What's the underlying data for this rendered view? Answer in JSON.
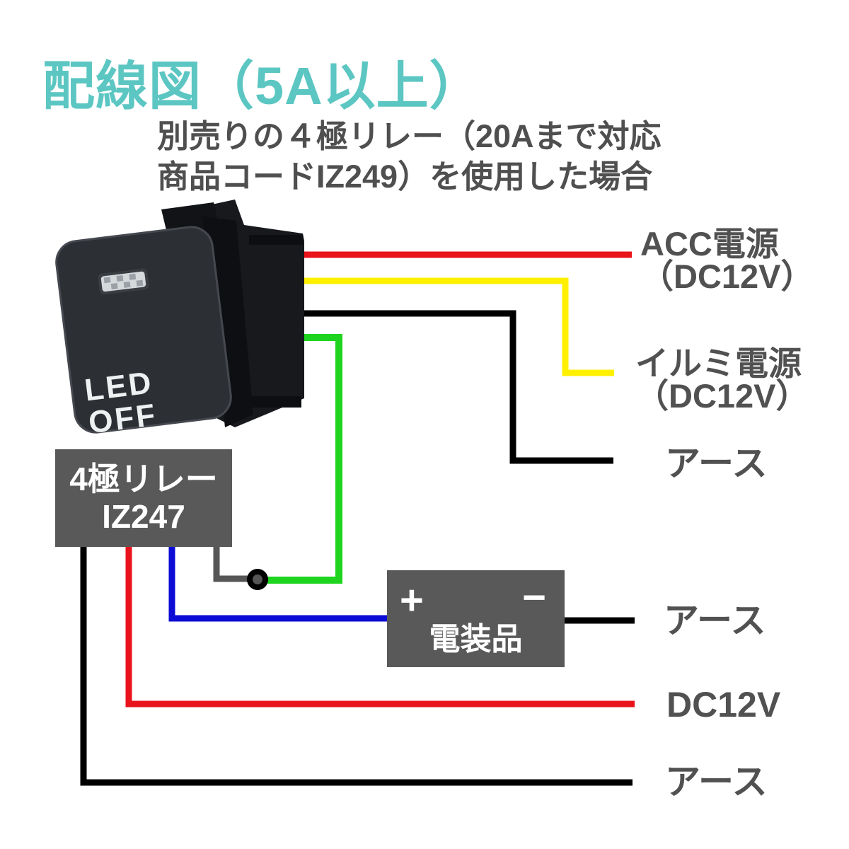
{
  "title": {
    "text": "配線図（5A以上）",
    "color": "#5cc6c2"
  },
  "subtitle": {
    "line1": "別売りの４極リレー（20Aまで対応",
    "line2": "商品コードIZ249）を使用した場合"
  },
  "switch_photo": {
    "button_label_line1": "LED",
    "button_label_line2": "OFF"
  },
  "relay_box": {
    "line1": "4極リレー",
    "line2": "IZ247"
  },
  "device_box": {
    "plus": "+",
    "minus": "−",
    "label": "電装品"
  },
  "labels": {
    "acc": {
      "line1": "ACC電源",
      "line2": "（DC12V）"
    },
    "illumi": {
      "line1": "イルミ電源",
      "line2": "（DC12V）"
    },
    "ground_switch": "アース",
    "ground_device": "アース",
    "dc12v": "DC12V",
    "ground_relay": "アース"
  },
  "colors": {
    "title_teal": "#5cc6c2",
    "label_text": "#515151",
    "box_gray": "#595959",
    "wire_red": "#e8131b",
    "wire_yellow": "#fff000",
    "wire_black": "#000000",
    "wire_green": "#1ed41e",
    "wire_blue": "#0c0cd6",
    "wire_gray": "#565656",
    "connector_outer": "#000000",
    "connector_inner": "#565656",
    "switch_body": "#17191d",
    "switch_face": "#2c2f34"
  }
}
